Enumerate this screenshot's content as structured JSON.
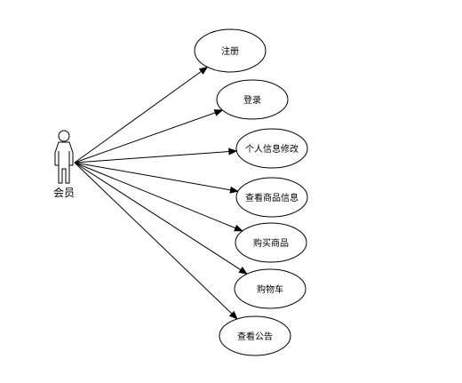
{
  "actor": {
    "label": "会员",
    "icon": "stick-figure-icon"
  },
  "use_cases": [
    {
      "label": "注册"
    },
    {
      "label": "登录"
    },
    {
      "label": "个人信息修改"
    },
    {
      "label": "查看商品信息"
    },
    {
      "label": "购买商品"
    },
    {
      "label": "购物车"
    },
    {
      "label": "查看公告"
    }
  ],
  "colors": {
    "stroke": "#000000",
    "background": "#ffffff",
    "ellipse_fill": "#ffffff"
  }
}
